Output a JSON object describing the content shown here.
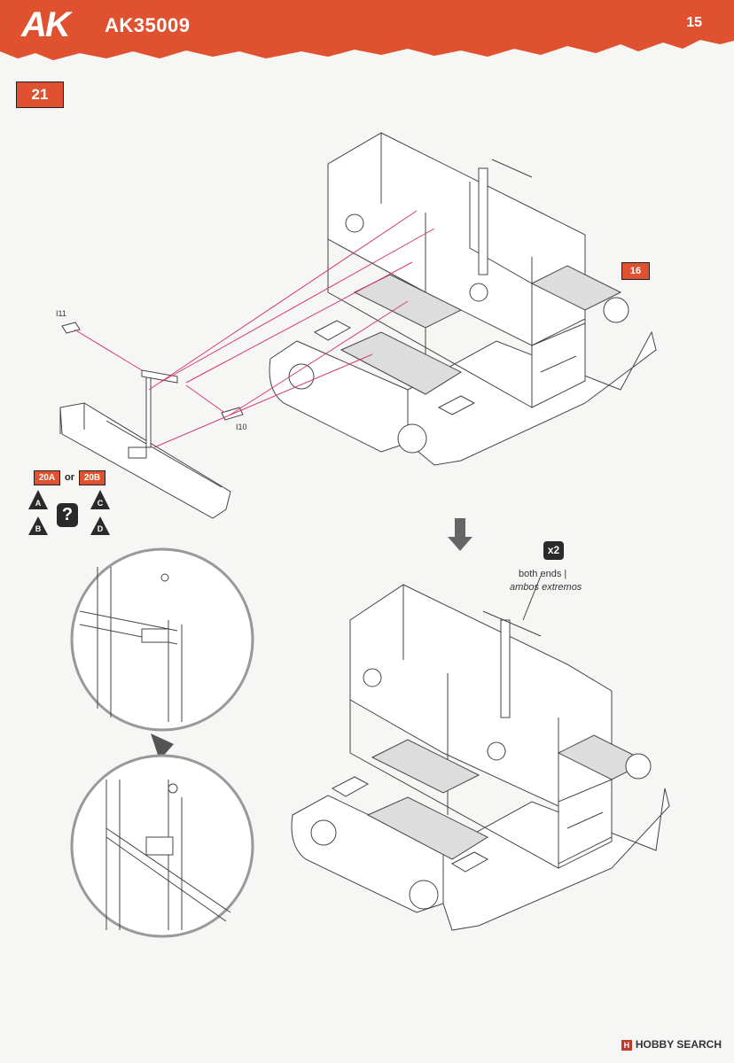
{
  "header": {
    "logo": "AK",
    "product_code": "AK35009",
    "page_number": "15",
    "banner_color": "#e0512f"
  },
  "step": {
    "number": "21"
  },
  "references": {
    "step_ref": "16",
    "option_a": "20A",
    "option_connector": "or",
    "option_b": "20B",
    "options_icon": "question-icon",
    "options_glyph": "?",
    "variants": [
      "A",
      "B",
      "C",
      "D"
    ]
  },
  "parts": {
    "i11": "I11",
    "i10": "I10"
  },
  "note": {
    "quantity": "x2",
    "line1": "both ends |",
    "line2": "ambos extremos"
  },
  "watermark": {
    "icon": "H",
    "text": "HOBBY SEARCH"
  },
  "colors": {
    "accent": "#e0512f",
    "arrow": "#d63a7a",
    "dark": "#2a2a2a"
  }
}
